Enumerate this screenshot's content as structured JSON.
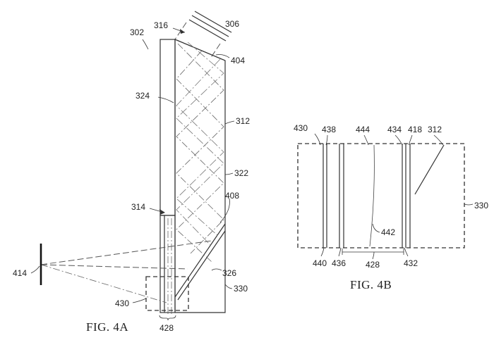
{
  "figures": {
    "fig_a_caption": "FIG. 4A",
    "fig_b_caption": "FIG. 4B"
  },
  "labels_a": {
    "l302": "302",
    "l316": "316",
    "l306": "306",
    "l404": "404",
    "l324": "324",
    "l312": "312",
    "l322": "322",
    "l408": "408",
    "l314": "314",
    "l414": "414",
    "l326": "326",
    "l330": "330",
    "l430": "430",
    "l428": "428"
  },
  "labels_b": {
    "l430": "430",
    "l438": "438",
    "l444": "444",
    "l434": "434",
    "l418": "418",
    "l312": "312",
    "l330": "330",
    "l442": "442",
    "l440": "440",
    "l436": "436",
    "l428": "428",
    "l432": "432"
  }
}
